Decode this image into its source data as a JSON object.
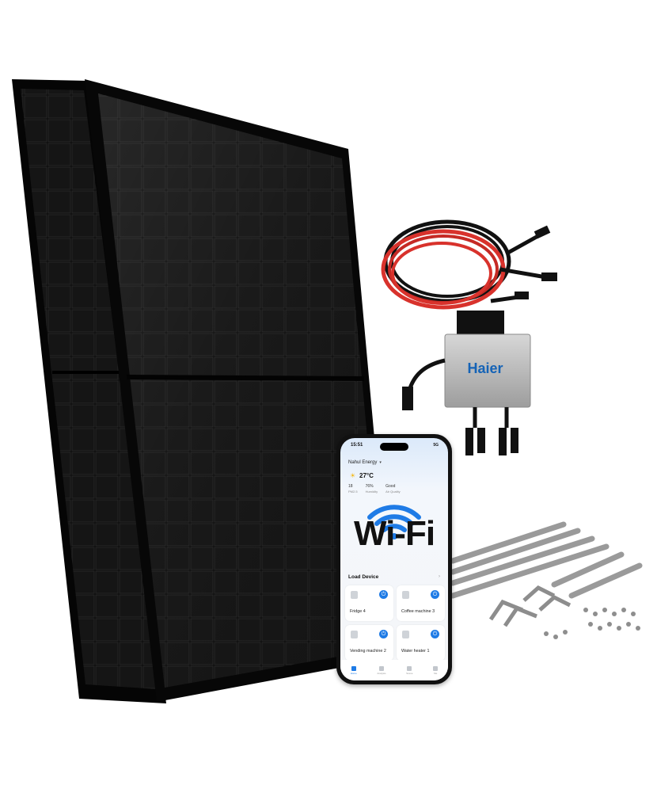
{
  "inverter": {
    "brand": "Haier"
  },
  "phone": {
    "status_time": "15:51",
    "status_right": "5G",
    "app_title": "Nahul Energy",
    "weather": {
      "icon": "sun-icon",
      "temperature": "27°C"
    },
    "metrics": [
      {
        "value": "18",
        "label": "PM2.5"
      },
      {
        "value": "76%",
        "label": "Humidity"
      },
      {
        "value": "Good",
        "label": "Air Quality"
      }
    ],
    "banner": "Wi-Fi",
    "load_device_title": "Load Device",
    "devices": [
      {
        "name": "Fridge 4",
        "icon": "fridge-icon"
      },
      {
        "name": "Coffee machine 3",
        "icon": "coffee-icon"
      },
      {
        "name": "Vending machine 2",
        "icon": "vending-icon"
      },
      {
        "name": "Water heater 1",
        "icon": "heater-icon"
      }
    ],
    "tabs": [
      {
        "label": "Home",
        "active": true
      },
      {
        "label": "Analysis",
        "active": false
      },
      {
        "label": "Scene",
        "active": false
      },
      {
        "label": "Me",
        "active": false
      }
    ]
  },
  "colors": {
    "accent": "#1e7be6",
    "panel": "#0b0b0b",
    "cable_red": "#d8322c",
    "haier_blue": "#1563b6"
  }
}
